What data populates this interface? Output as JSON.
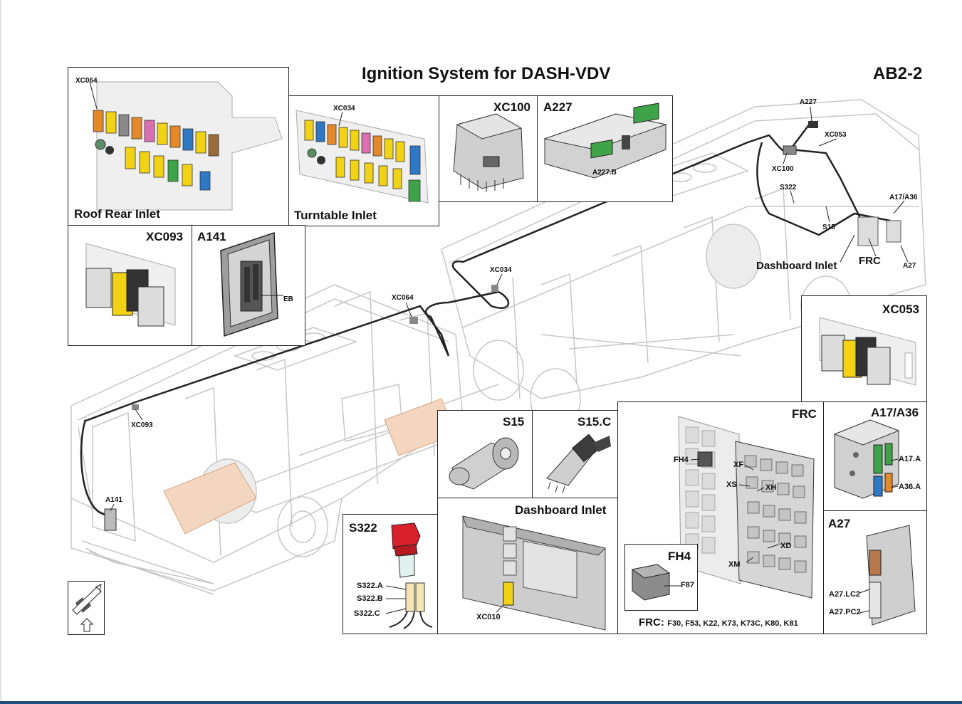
{
  "title": "Ignition System for DASH-VDV",
  "diagram_code": "AB2-2",
  "panels": {
    "roof_rear_inlet": {
      "name": "Roof Rear Inlet",
      "connector": "XC064"
    },
    "turntable_inlet": {
      "name": "Turntable Inlet",
      "connector": "XC034"
    },
    "xc100": {
      "name": "XC100"
    },
    "a227": {
      "name": "A227",
      "connector": "A227.B"
    },
    "xc093": {
      "name": "XC093"
    },
    "a141": {
      "name": "A141",
      "connector": "EB"
    },
    "xc053": {
      "name": "XC053"
    },
    "s15": {
      "name": "S15"
    },
    "s15c": {
      "name": "S15.C"
    },
    "frc": {
      "name": "FRC",
      "labels": [
        "FH4",
        "XF",
        "XS",
        "XH",
        "XD",
        "XM"
      ]
    },
    "fh4": {
      "name": "FH4",
      "connector": "F87"
    },
    "frc_footer": {
      "prefix": "FRC:",
      "items": "F30, F53, K22, K73, K73C, K80, K81"
    },
    "a17_a36": {
      "name": "A17/A36",
      "labels": [
        "A17.A",
        "A36.A"
      ]
    },
    "a27": {
      "name": "A27",
      "labels": [
        "A27.LC2",
        "A27.PC2"
      ]
    },
    "s322": {
      "name": "S322",
      "labels": [
        "S322.A",
        "S322.B",
        "S322.C"
      ]
    },
    "dashboard_inlet": {
      "name": "Dashboard Inlet",
      "connector": "XC010"
    }
  },
  "bus_labels": {
    "a227": "A227",
    "xc053": "XC053",
    "xc100": "XC100",
    "s322": "S322",
    "a17_a36": "A17/A36",
    "s15": "S15",
    "dashboard_inlet": "Dashboard Inlet",
    "frc": "FRC",
    "a27": "A27",
    "xc034": "XC034",
    "xc064": "XC064",
    "xc093": "XC093",
    "a141": "A141"
  },
  "colors": {
    "connector_yellow": "#f2d214",
    "fuse_red": "#d8202a",
    "connector_green": "#3fa34a",
    "connector_blue": "#2f78c4",
    "connector_orange": "#e4892a",
    "bus_line": "#c8c8c8",
    "harness": "#222222",
    "bottom_bar": "#1d4f7a"
  },
  "icons": [
    "orientation-arrow-icon"
  ]
}
